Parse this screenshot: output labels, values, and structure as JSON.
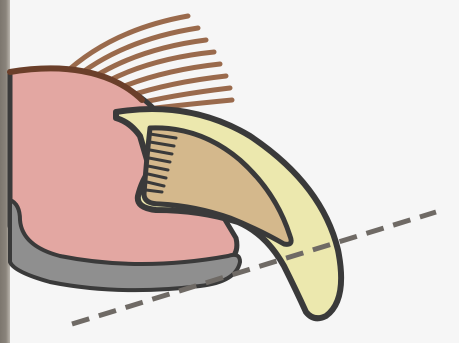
{
  "diagram": {
    "subject": "claw-anatomy",
    "colors": {
      "background": "#f6f6f6",
      "edge_strip": "#857f76",
      "hair": "#9a6a4c",
      "skin": "#e3a7a2",
      "outline": "#3a3a3a",
      "nail_bed": "#8f8f8f",
      "claw_sheath": "#ece8ae",
      "claw_quick": "#d4b88c",
      "guide_line": "#6f6a65"
    },
    "icons": [
      "hair-strands",
      "toe-pad",
      "claw",
      "quick",
      "cut-line"
    ]
  }
}
